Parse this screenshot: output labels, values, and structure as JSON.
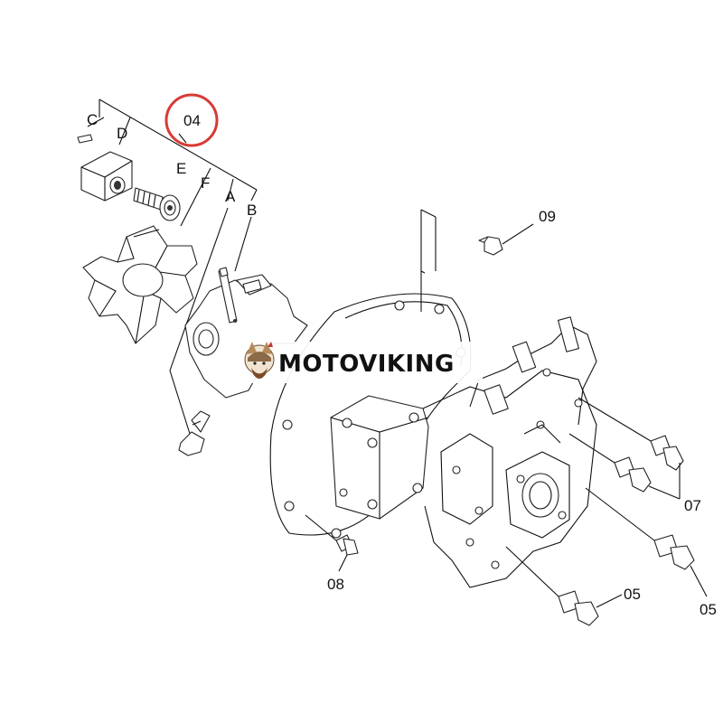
{
  "labels": {
    "group_04": "04",
    "c": "C",
    "d": "D",
    "e": "E",
    "f": "F",
    "a": "A",
    "b": "B",
    "p09": "09",
    "p08": "08",
    "p07": "07",
    "p05_left": "05",
    "p05_right": "05"
  },
  "brand": {
    "name": "MOTOVIKING"
  },
  "colors": {
    "highlight_circle": "#d83a35",
    "line": "#111111"
  }
}
